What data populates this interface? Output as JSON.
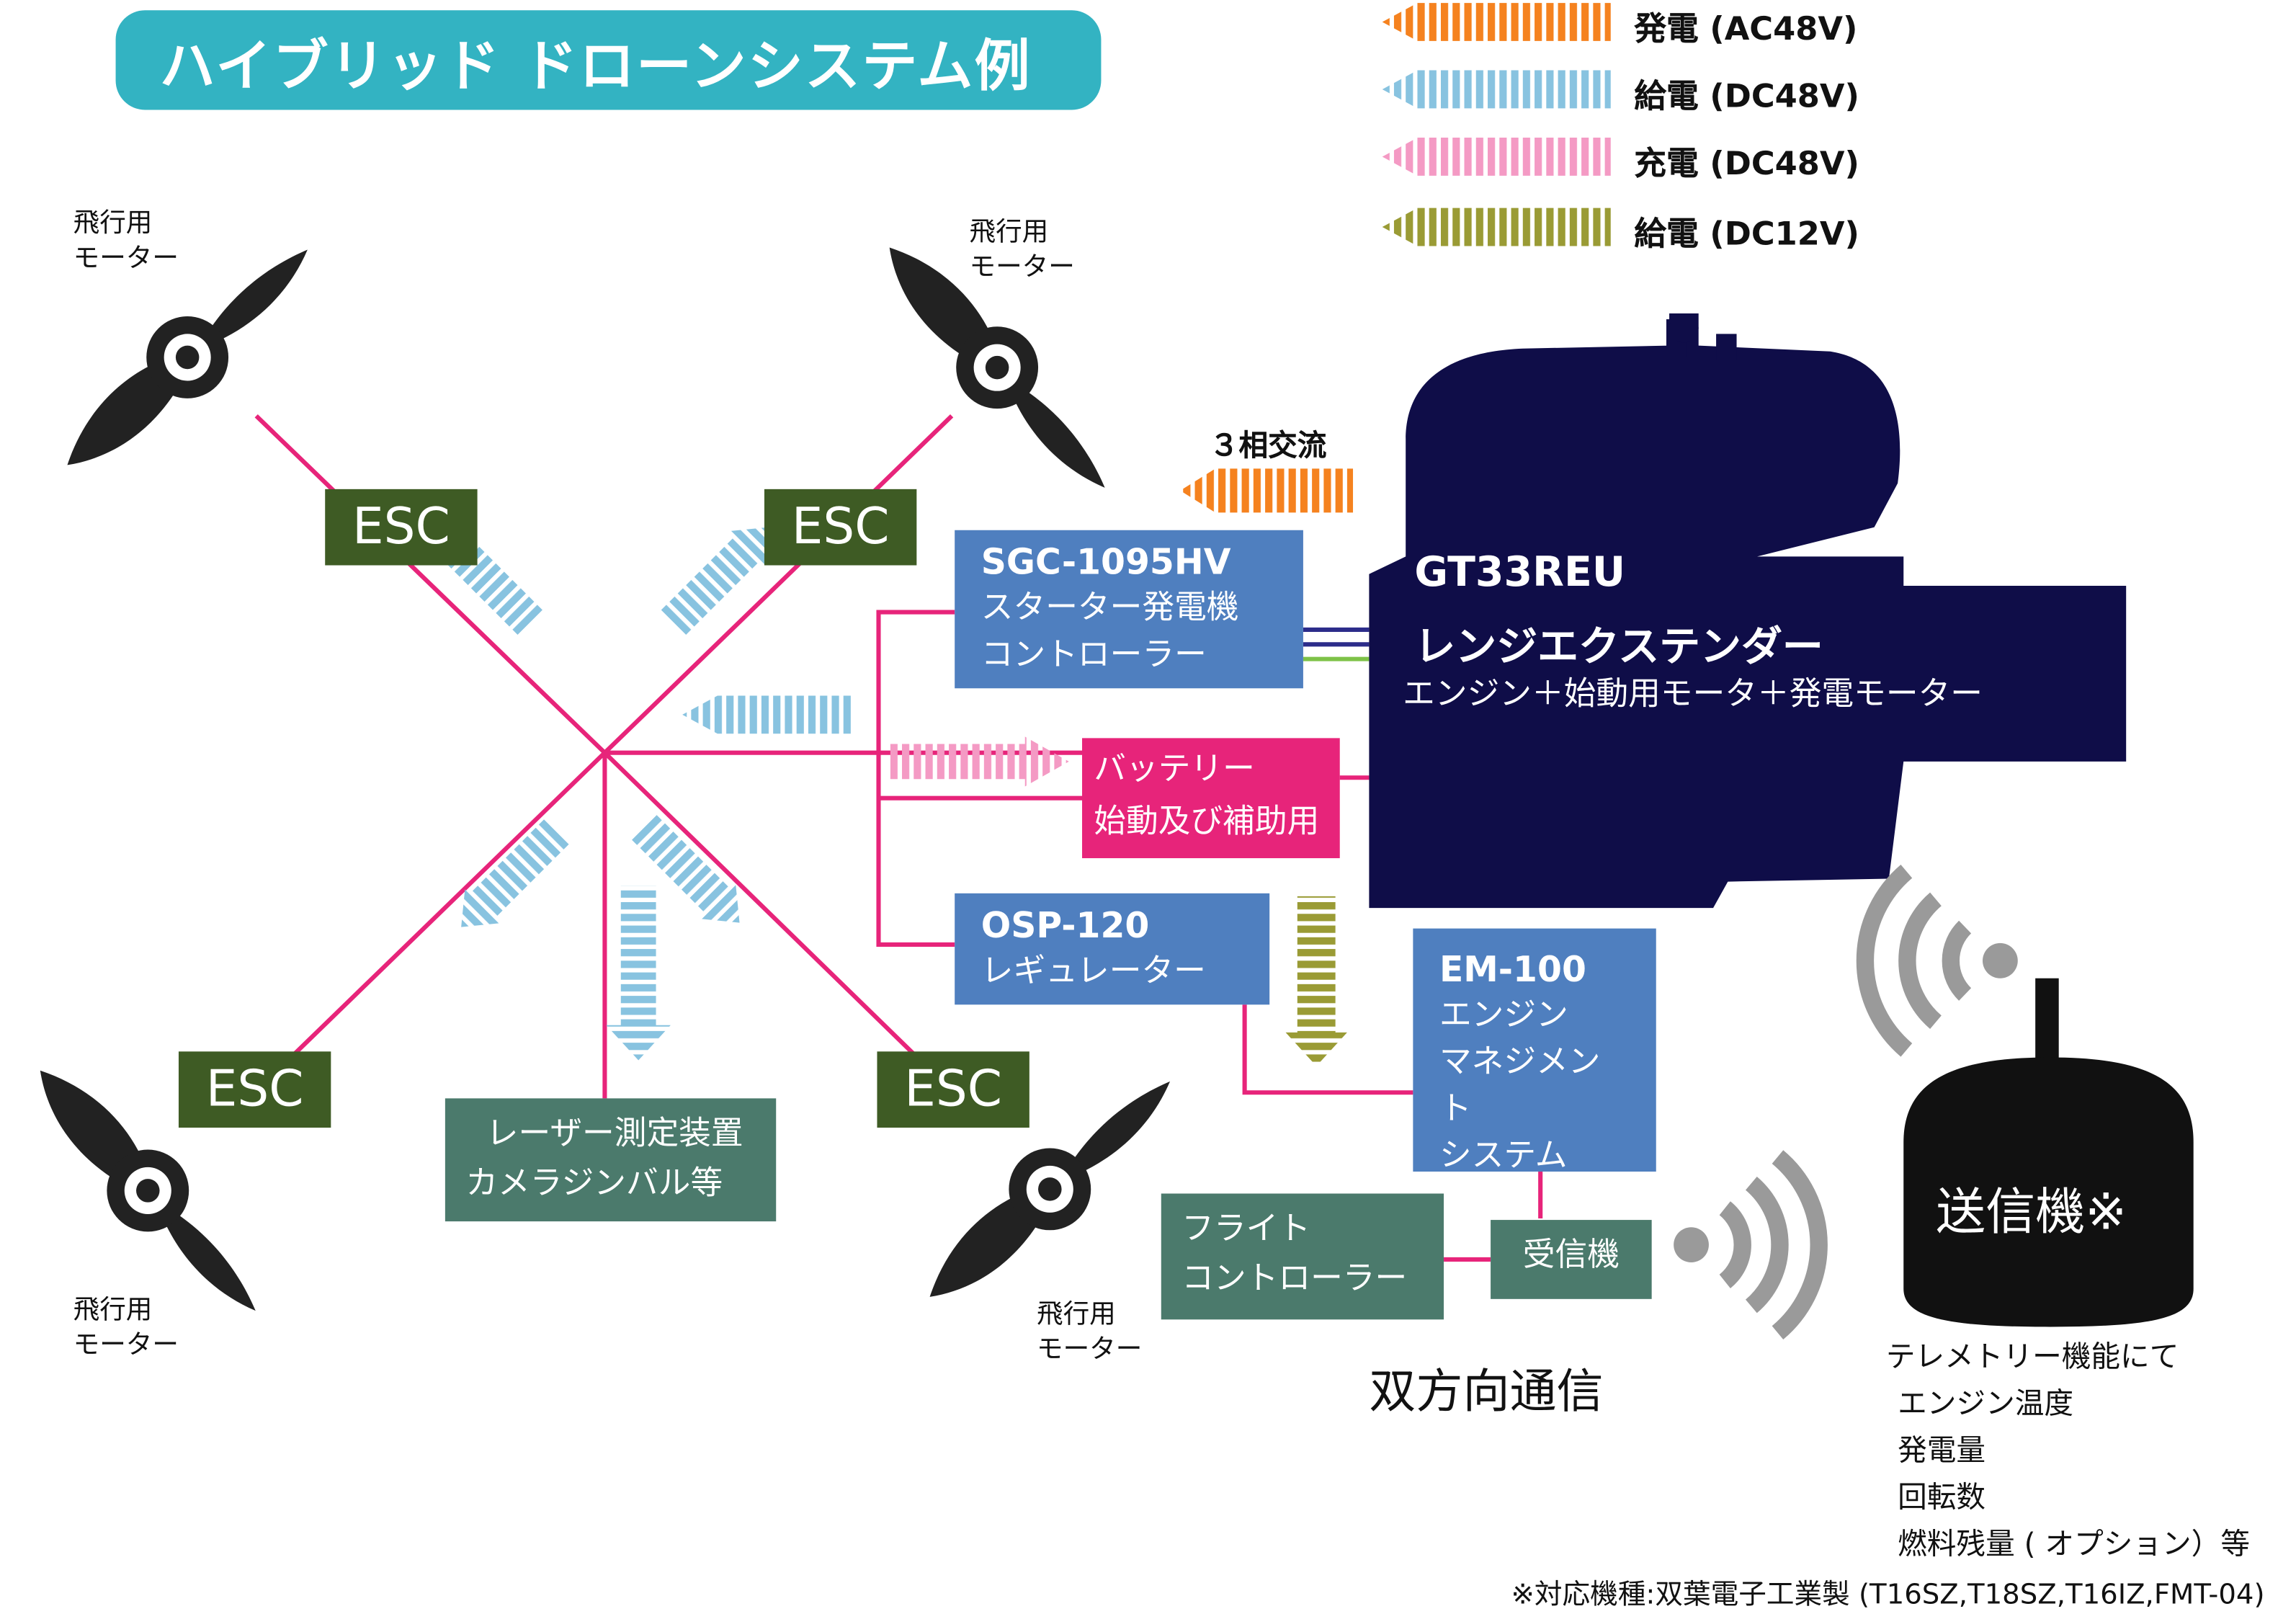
{
  "title": "ハイブリッド ドローンシステム例",
  "legend": [
    {
      "label": "発電 (AC48V)",
      "color": "#f5821f"
    },
    {
      "label": "給電 (DC48V)",
      "color": "#88c3e0"
    },
    {
      "label": "充電 (DC48V)",
      "color": "#f49ac4"
    },
    {
      "label": "給電 (DC12V)",
      "color": "#9a9b35"
    }
  ],
  "motors": {
    "top_left": [
      "飛行用",
      "モーター"
    ],
    "top_right": [
      "飛行用",
      "モーター"
    ],
    "bottom_left": [
      "飛行用",
      "モーター"
    ],
    "bottom_right": [
      "飛行用",
      "モーター"
    ]
  },
  "esc_label": "ESC",
  "three_phase": "３相交流",
  "sgc": {
    "name": "SGC-1095HV",
    "line1": "スターター発電機",
    "line2": "コントローラー"
  },
  "battery": {
    "line1": "バッテリー",
    "line2": "始動及び補助用"
  },
  "osp": {
    "name": "OSP-120",
    "line1": "レギュレーター"
  },
  "em": {
    "name": "EM-100",
    "line1": "エンジン",
    "line2": "マネジメント",
    "line3": "システム"
  },
  "engine": {
    "name": "GT33REU",
    "line1": "レンジエクステンダー",
    "line2": "エンジン＋始動用モータ＋発電モーター"
  },
  "laser": {
    "line1": "レーザー測定装置",
    "line2": "カメラジンバル等"
  },
  "flight_controller": {
    "line1": "フライト",
    "line2": "コントローラー"
  },
  "receiver": "受信機",
  "bidirectional": "双方向通信",
  "transmitter": "送信機※",
  "telemetry": [
    "テレメトリー機能にて",
    "エンジン温度",
    "発電量",
    "回転数",
    "燃料残量 ( オプション）等"
  ],
  "footnote": "※対応機種:双葉電子工業製 (T16SZ,T18SZ,T16IZ,FMT-04)",
  "colors": {
    "wire": "#e7247a",
    "teal_title": "#33b3c2",
    "esc": "#3e5b24",
    "blue_box": "#4f7fbf",
    "teal_box": "#4b7a6c",
    "engine": "#0f0d48"
  }
}
